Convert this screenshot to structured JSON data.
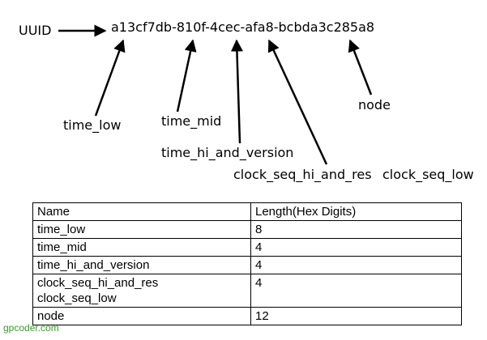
{
  "diagram": {
    "uuid_label": "UUID",
    "uuid_value": "a13cf7db-810f-4cec-afa8-bcbda3c285a8",
    "labels": {
      "time_low": "time_low",
      "time_mid": "time_mid",
      "time_hi_and_version": "time_hi_and_version",
      "clock_seq_hi_and_res": "clock_seq_hi_and_res",
      "clock_seq_low": "clock_seq_low",
      "node": "node"
    }
  },
  "table": {
    "headers": [
      "Name",
      "Length(Hex Digits)"
    ],
    "rows": [
      {
        "name": "time_low",
        "length": "8"
      },
      {
        "name": "time_mid",
        "length": "4"
      },
      {
        "name": "time_hi_and_version",
        "length": "4"
      },
      {
        "name_line1": "clock_seq_hi_and_res",
        "name_line2": "clock_seq_low",
        "length": "4"
      },
      {
        "name": "node",
        "length": "12"
      }
    ]
  },
  "watermark": "gpcoder.com"
}
